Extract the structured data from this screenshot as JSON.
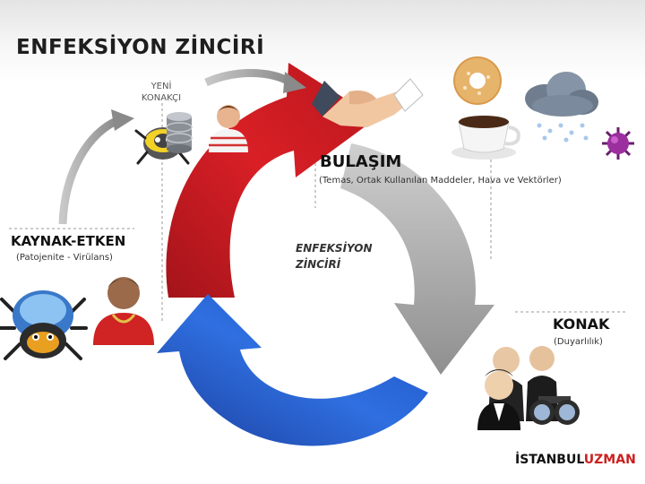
{
  "title": "ENFEKSİYON ZİNCİRİ",
  "labels": {
    "new_host_line1": "YENİ",
    "new_host_line2": "KONAKÇI",
    "transmission": "BULAŞIM",
    "transmission_sub": "(Temas, Ortak Kullanılan Maddeler, Hava ve Vektörler)",
    "source": "KAYNAK-ETKEN",
    "source_sub": "(Patojenite - Virülans)",
    "center_line1": "ENFEKSİYON",
    "center_line2": "ZİNCİRİ",
    "host": "KONAK",
    "host_sub": "(Duyarlılık)"
  },
  "brand": {
    "part1": "İSTANBUL",
    "part2": "UZMAN"
  },
  "colors": {
    "red_arrow": "#d21f23",
    "gray_arrow": "#a8a8a8",
    "blue_arrow": "#1f56c8",
    "brand_accent": "#cc1f1f"
  }
}
